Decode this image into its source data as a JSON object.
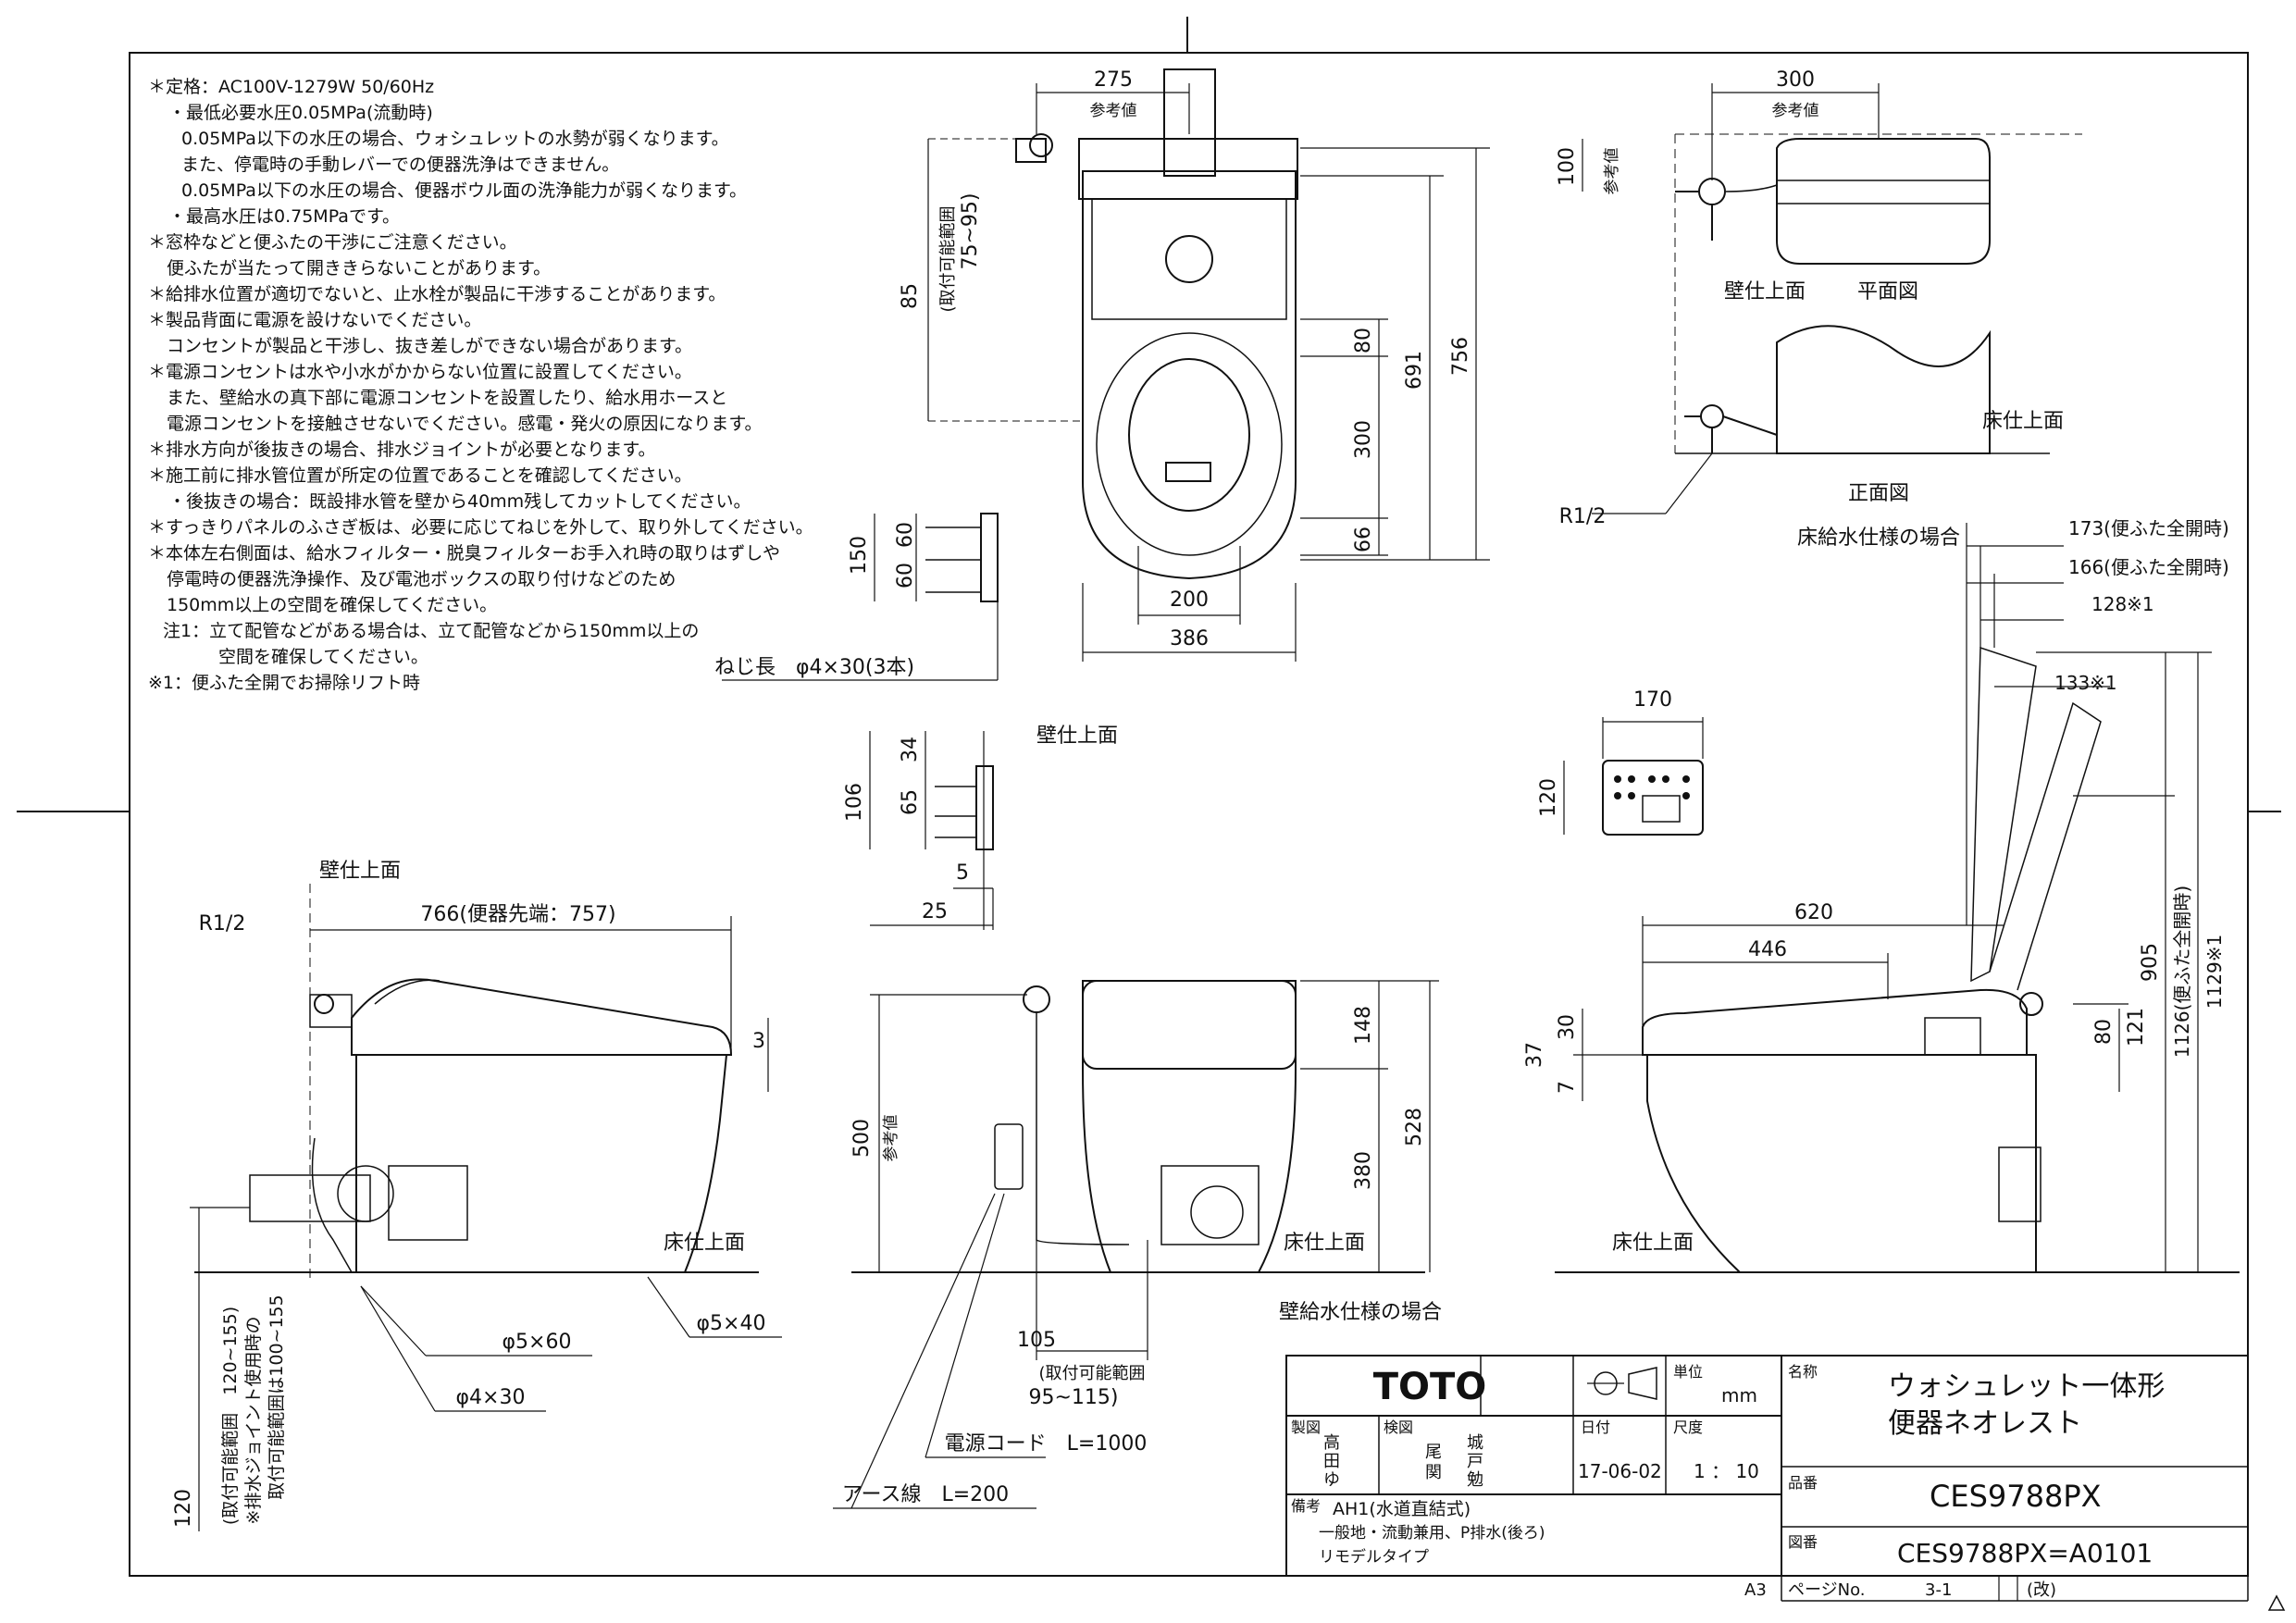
{
  "notes": [
    "＊定格：AC100V-1279W 50/60Hz",
    "・最低必要水圧0.05MPa(流動時)",
    "0.05MPa以下の水圧の場合、ウォシュレットの水勢が弱くなります。",
    "また、停電時の手動レバーでの便器洗浄はできません。",
    "0.05MPa以下の水圧の場合、便器ボウル面の洗浄能力が弱くなります。",
    "・最高水圧は0.75MPaです。",
    "＊窓枠などと便ふたの干渉にご注意ください。",
    "便ふたが当たって開ききらないことがあります。",
    "＊給排水位置が適切でないと、止水栓が製品に干渉することがあります。",
    "＊製品背面に電源を設けないでください。",
    "コンセントが製品と干渉し、抜き差しができない場合があります。",
    "＊電源コンセントは水や小水がかからない位置に設置してください。",
    "また、壁給水の真下部に電源コンセントを設置したり、給水用ホースと",
    "電源コンセントを接触させないでください。感電・発火の原因になります。",
    "＊排水方向が後抜きの場合、排水ジョイントが必要となります。",
    "＊施工前に排水管位置が所定の位置であることを確認してください。",
    "・後抜きの場合：既設排水管を壁から40mm残してカットしてください。",
    "＊すっきりパネルのふさぎ板は、必要に応じてねじを外して、取り外してください。",
    "＊本体左右側面は、給水フィルター・脱臭フィルターお手入れ時の取りはずしや",
    "停電時の便器洗浄操作、及び電池ボックスの取り付けなどのため",
    "150mm以上の空間を確保してください。",
    "注1：立て配管などがある場合は、立て配管などから150mm以上の",
    "空間を確保してください。",
    "※1：便ふた全開でお掃除リフト時"
  ],
  "top_view": {
    "dim_275": "275",
    "ref_275": "参考値",
    "dim_85": "85",
    "range_label": "(取付可能範囲",
    "range_value": "75~95)",
    "dim_80": "80",
    "dim_300": "300",
    "dim_66": "66",
    "dim_691": "691",
    "dim_756": "756",
    "dim_200": "200",
    "dim_386": "386",
    "dim_150": "150",
    "dim_60a": "60",
    "dim_60b": "60",
    "screw_label": "ねじ長　φ4×30(3本)"
  },
  "plan_view": {
    "dim_300": "300",
    "ref_300": "参考値",
    "dim_100": "100",
    "ref_100": "参考値",
    "wall_label": "壁仕上面",
    "plan_label": "平面図",
    "floor_label": "床仕上面",
    "front_label": "正面図",
    "r_label": "R1/2",
    "floor_supply_label": "床給水仕様の場合"
  },
  "bracket_view": {
    "wall_label": "壁仕上面",
    "dim_34": "34",
    "dim_106": "106",
    "dim_65": "65",
    "dim_5": "5",
    "dim_25": "25"
  },
  "remote": {
    "dim_170": "170",
    "dim_120": "120"
  },
  "left_side": {
    "wall_label": "壁仕上面",
    "r_label": "R1/2",
    "dim_766": "766(便器先端：757)",
    "dim_3": "3",
    "floor_label": "床仕上面",
    "screw1": "φ5×60",
    "screw2": "φ5×40",
    "screw3": "φ4×30",
    "dim_120": "120",
    "range_label": "(取付可能範囲　120~155)",
    "joint_label": "※排水ジョイント使用時の",
    "joint_value": "取付可能範囲は100~155"
  },
  "front_view": {
    "dim_500": "500",
    "ref_500": "参考値",
    "dim_148": "148",
    "dim_380": "380",
    "dim_528": "528",
    "floor_label": "床仕上面",
    "wall_supply_label": "壁給水仕様の場合",
    "dim_105": "105",
    "range_label": "(取付可能範囲",
    "range_value": "95~115)",
    "cord_label": "電源コード　L=1000",
    "earth_label": "アース線　L=200"
  },
  "right_side": {
    "dim_173": "173(便ふた全開時)",
    "dim_166": "166(便ふた全開時)",
    "dim_128": "128※1",
    "dim_133": "133※1",
    "dim_620": "620",
    "dim_446": "446",
    "dim_30": "30",
    "dim_37": "37",
    "dim_7": "7",
    "dim_80": "80",
    "dim_121": "121",
    "dim_905": "905",
    "dim_1126": "1126(便ふた全開時)",
    "dim_1129": "1129※1",
    "floor_label": "床仕上面"
  },
  "title_block": {
    "brand": "TOTO",
    "unit_label": "単位",
    "unit_value": "mm",
    "name_label": "名称",
    "name_line1": "ウォシュレット一体形",
    "name_line2": "便器ネオレスト",
    "draft_label": "製図",
    "draft_name1": "高",
    "draft_name2": "田",
    "draft_name3": "ゆ",
    "check_label": "検図",
    "check_name1": "尾",
    "check_name2": "関",
    "check_name3": "城",
    "check_name4": "戸",
    "check_name5": "勉",
    "date_label": "日付",
    "date_value": "17-06-02",
    "scale_label": "尺度",
    "scale_value": "1 ： 10",
    "part_label": "品番",
    "part_value": "CES9788PX",
    "remarks_label": "備考",
    "remarks_line1": "AH1(水道直結式)",
    "remarks_line2": "一般地・流動兼用、P排水(後ろ)",
    "remarks_line3": "リモデルタイプ",
    "drawing_label": "図番",
    "drawing_value": "CES9788PX=A0101",
    "sheet_size": "A3",
    "page_label": "ページNo.",
    "page_value": "3-1",
    "rev_label": "(改)"
  }
}
